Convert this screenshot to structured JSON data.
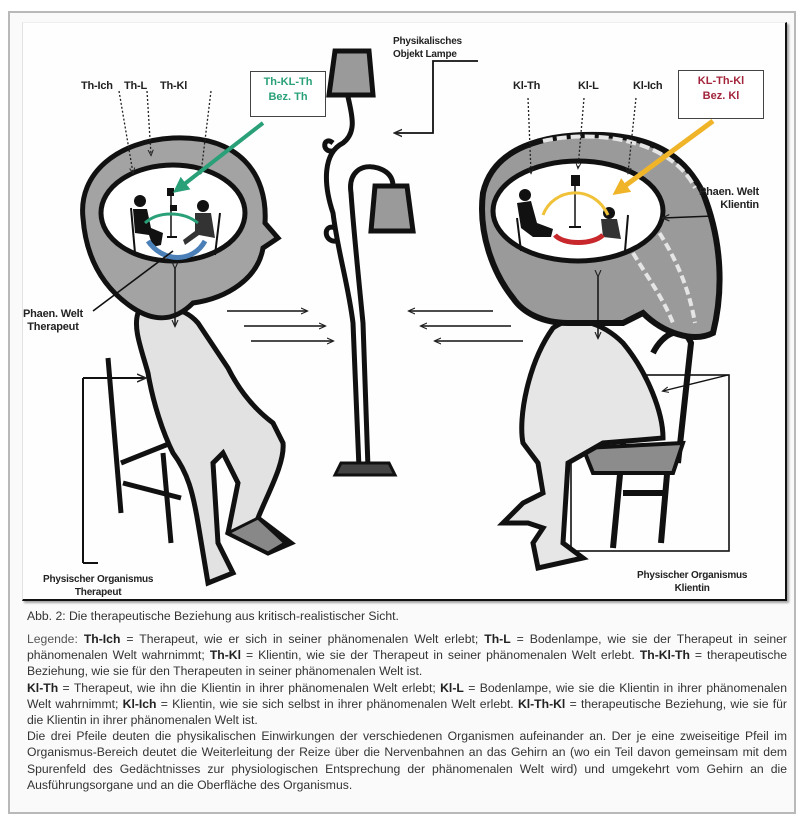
{
  "figure": {
    "labels": {
      "th_ich": "Th-Ich",
      "th_l": "Th-L",
      "th_kl": "Th-Kl",
      "th_box_line1": "Th-KL-Th",
      "th_box_line2": "Bez. Th",
      "lamp_line1": "Physikalisches",
      "lamp_line2": "Objekt Lampe",
      "kl_th": "Kl-Th",
      "kl_l": "Kl-L",
      "kl_ich": "Kl-Ich",
      "kl_box_line1": "KL-Th-Kl",
      "kl_box_line2": "Bez. Kl",
      "phaen_th_line1": "Phaen. Welt",
      "phaen_th_line2": "Therapeut",
      "phaen_kl_line1": "Phaen. Welt",
      "phaen_kl_line2": "Klientin",
      "org_th_line1": "Physischer Organismus",
      "org_th_line2": "Therapeut",
      "org_kl_line1": "Physischer Organismus",
      "org_kl_line2": "Klientin"
    },
    "colors": {
      "therapist_relation": "#2aa079",
      "client_relation": "#a2253b",
      "client_arrow": "#f0b429",
      "therapist_inner_arc": "#4a7fb8",
      "client_inner_arc_red": "#c8282c",
      "gray_fill": "#9a9a9a"
    }
  },
  "caption": "Abb. 2: Die therapeutische Beziehung aus kritisch-realistischer Sicht.",
  "legend": {
    "prefix": "Legende: ",
    "p1": [
      {
        "b": "Th-Ich",
        "t": " = Therapeut, wie er sich in seiner phänomenalen Welt erlebt; "
      },
      {
        "b": "Th-L",
        "t": " = Bodenlampe, wie sie der Therapeut in seiner phänomenalen Welt wahrnimmt; "
      },
      {
        "b": "Th-Kl",
        "t": " = Klientin, wie sie der Therapeut in seiner phänomenalen Welt erlebt. "
      },
      {
        "b": "Th-Kl-Th",
        "t": " = therapeutische Beziehung, wie sie für den Therapeuten in seiner phänomenalen Welt ist."
      }
    ],
    "p2": [
      {
        "b": "Kl-Th",
        "t": " = Therapeut, wie ihn die Klientin in ihrer phänomenalen Welt erlebt;  "
      },
      {
        "b": "Kl-L",
        "t": " = Bodenlampe, wie sie die Klientin in ihrer phänomenalen Welt wahrnimmt; "
      },
      {
        "b": "Kl-Ich",
        "t": " = Klientin, wie sie sich selbst in ihrer  phänomenalen Welt erlebt. "
      },
      {
        "b": "Kl-Th-Kl",
        "t": " = therapeutische Beziehung, wie sie für die Klientin in ihrer phänomenalen Welt ist."
      }
    ],
    "p3": "Die drei Pfeile deuten die physikalischen Einwirkungen der verschiedenen Organismen aufeinander an. Der je eine zweiseitige Pfeil im Organismus-Bereich deutet die Weiterleitung der Reize über die Nervenbahnen an das Gehirn an (wo ein Teil davon gemeinsam mit dem Spurenfeld des Gedächtnisses zur physiologischen Entsprechung der phänomenalen Welt wird) und umgekehrt vom Gehirn an die Ausführungsorgane und an die Oberfläche des Organismus."
  }
}
